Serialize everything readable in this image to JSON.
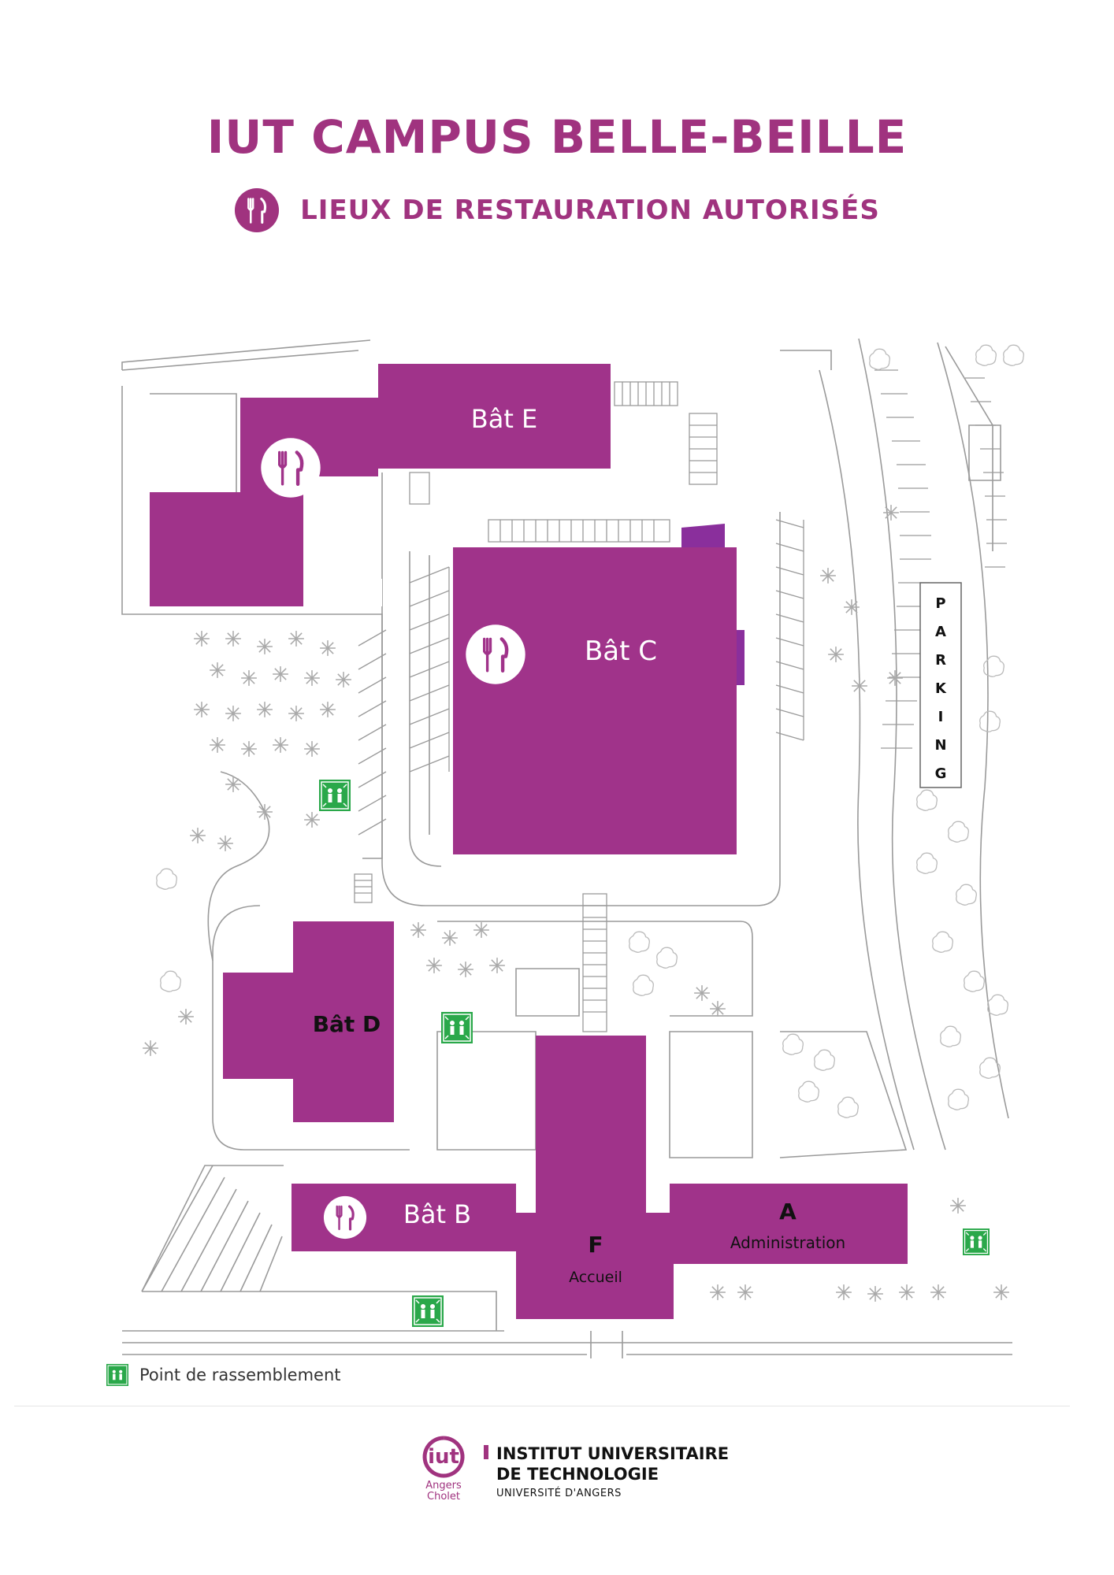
{
  "header": {
    "title": "IUT CAMPUS BELLE-BEILLE",
    "subtitle": "LIEUX DE RESTAURATION AUTORISÉS",
    "icon": "fork-knife-icon"
  },
  "colors": {
    "brand": "#a0337f",
    "building": "#a0338a",
    "assembly": "#2aa84a"
  },
  "buildings": {
    "e": "Bât E",
    "c": "Bât C",
    "d": "Bât D",
    "b": "Bât B",
    "a_letter": "A",
    "a_name": "Administration",
    "f_letter": "F",
    "f_name": "Accueil"
  },
  "parking": [
    "P",
    "A",
    "R",
    "K",
    "I",
    "N",
    "G"
  ],
  "legend": {
    "label": "Point de rassemblement",
    "icon": "assembly-point-icon"
  },
  "footer": {
    "logo_text": "iut",
    "logo_sub1": "Angers",
    "logo_sub2": "Cholet",
    "line1": "INSTITUT UNIVERSITAIRE",
    "line2": "DE TECHNOLOGIE",
    "line3": "UNIVERSITÉ D'ANGERS"
  }
}
